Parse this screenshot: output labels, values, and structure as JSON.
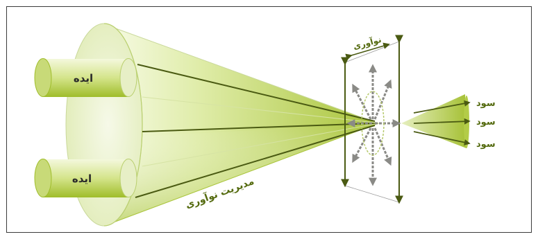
{
  "diagram": {
    "idea_top": "ایده",
    "idea_bottom": "ایده",
    "cone_label": "مدیریت نوآوری",
    "innovation_label": "نوآوری",
    "benefits": [
      "سود",
      "سود",
      "سود"
    ]
  },
  "colors": {
    "green_light": "#eef5d0",
    "green_mid": "#c7dc6a",
    "green_dark": "#9fbd2a",
    "line_dark": "#4a5a12",
    "arrow_gray": "#8a8a86",
    "text_green": "#556b10",
    "text_dark": "#2b2b2b"
  }
}
